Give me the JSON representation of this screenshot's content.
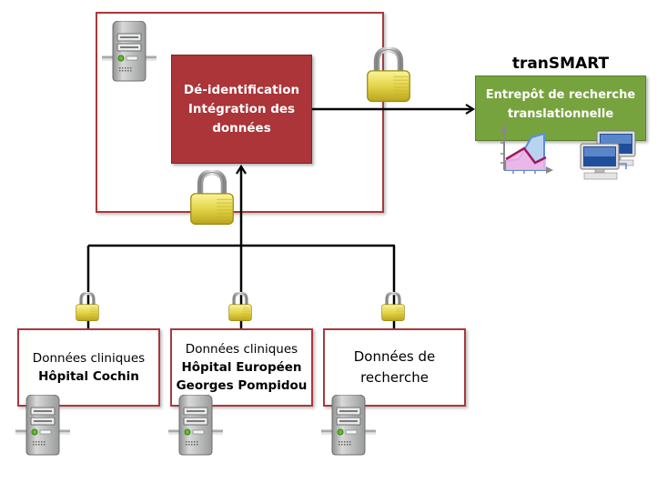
{
  "diagram": {
    "core": {
      "lines": [
        "Dé-identification",
        "Intégration des",
        "données"
      ],
      "color": "#ab3539"
    },
    "warehouse": {
      "title": "tranSMART",
      "lines": [
        "Entrepôt de recherche",
        "translationnelle"
      ],
      "color": "#77a33f"
    },
    "sources": [
      {
        "line1": "Données cliniques",
        "line2": "Hôpital Cochin",
        "line3": ""
      },
      {
        "line1": "Données cliniques",
        "line2": "Hôpital Européen",
        "line3": "Georges Pompidou"
      },
      {
        "line1": "Données de",
        "line2": "recherche",
        "line3": ""
      }
    ],
    "icons": {
      "server": "server-icon",
      "lock": "padlock-icon",
      "chart": "area-chart-icon",
      "computers": "desktop-computers-icon"
    },
    "border_color": "#a8393c"
  }
}
